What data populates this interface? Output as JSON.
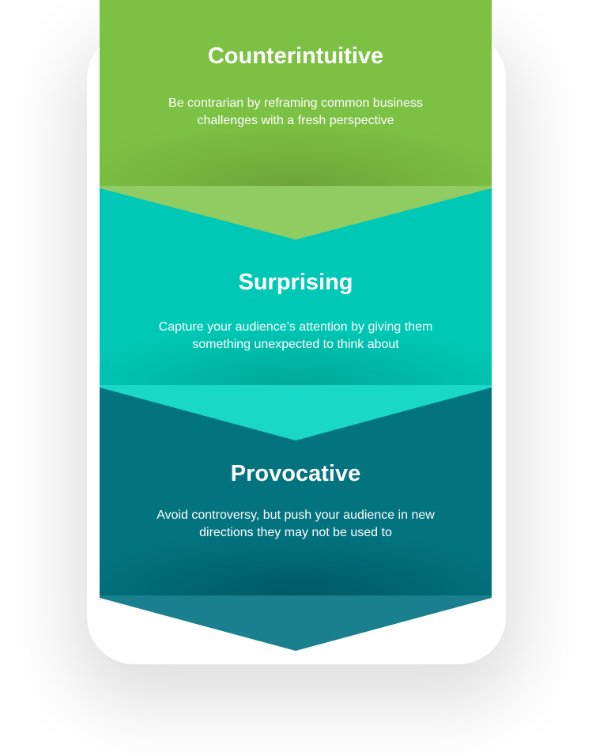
{
  "steps": [
    {
      "title": "Counterintuitive",
      "description": "Be contrarian by reframing common business challenges with a fresh perspective",
      "color": "#7cc143",
      "chevron_color": "#91cc62"
    },
    {
      "title": "Surprising",
      "description": "Capture your audience’s attention by giving them something unexpected to think about",
      "color": "#00c8b6",
      "chevron_color": "#19d8c7"
    },
    {
      "title": "Provocative",
      "description": "Avoid controversy, but push your audience in new directions they may not be used to",
      "color": "#02737f",
      "chevron_color": "#1a7f8e"
    }
  ]
}
